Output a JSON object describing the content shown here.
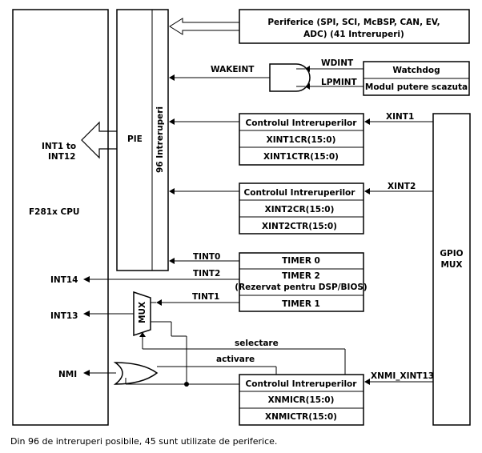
{
  "cpu": {
    "name": "F281x CPU",
    "int1_l1": "INT1 to",
    "int1_l2": "INT12",
    "int14": "INT14",
    "int13": "INT13",
    "nmi": "NMI"
  },
  "pie": {
    "name": "PIE",
    "interrupts": "96 Intreruperi"
  },
  "peripherals": {
    "line1": "Periferice (SPI, SCI, McBSP, CAN, EV,",
    "line2": "ADC) (41 Intreruperi)"
  },
  "wake": {
    "wakeint": "WAKEINT",
    "wdint": "WDINT",
    "lpmint": "LPMINT",
    "watchdog": "Watchdog",
    "lowpower": "Modul putere scazuta"
  },
  "xint1": {
    "title": "Controlul Intreruperilor",
    "reg1": "XINT1CR(15:0)",
    "reg2": "XINT1CTR(15:0)",
    "signal": "XINT1"
  },
  "xint2": {
    "title": "Controlul Intreruperilor",
    "reg1": "XINT2CR(15:0)",
    "reg2": "XINT2CTR(15:0)",
    "signal": "XINT2"
  },
  "timers": {
    "timer0": "TIMER 0",
    "timer2_l1": "TIMER 2",
    "timer2_l2": "(Rezervat pentru DSP/BIOS)",
    "timer1": "TIMER 1",
    "tint0": "TINT0",
    "tint2": "TINT2",
    "tint1": "TINT1"
  },
  "mux": {
    "name": "MUX"
  },
  "gpio": {
    "line1": "GPIO",
    "line2": "MUX"
  },
  "xnmi": {
    "title": "Controlul Intreruperilor",
    "reg1": "XNMICR(15:0)",
    "reg2": "XNMICTR(15:0)",
    "signal": "XNMI_XINT13",
    "select": "selectare",
    "enable": "activare"
  },
  "caption": "Din 96 de intreruperi posibile, 45 sunt utilizate de periferice."
}
